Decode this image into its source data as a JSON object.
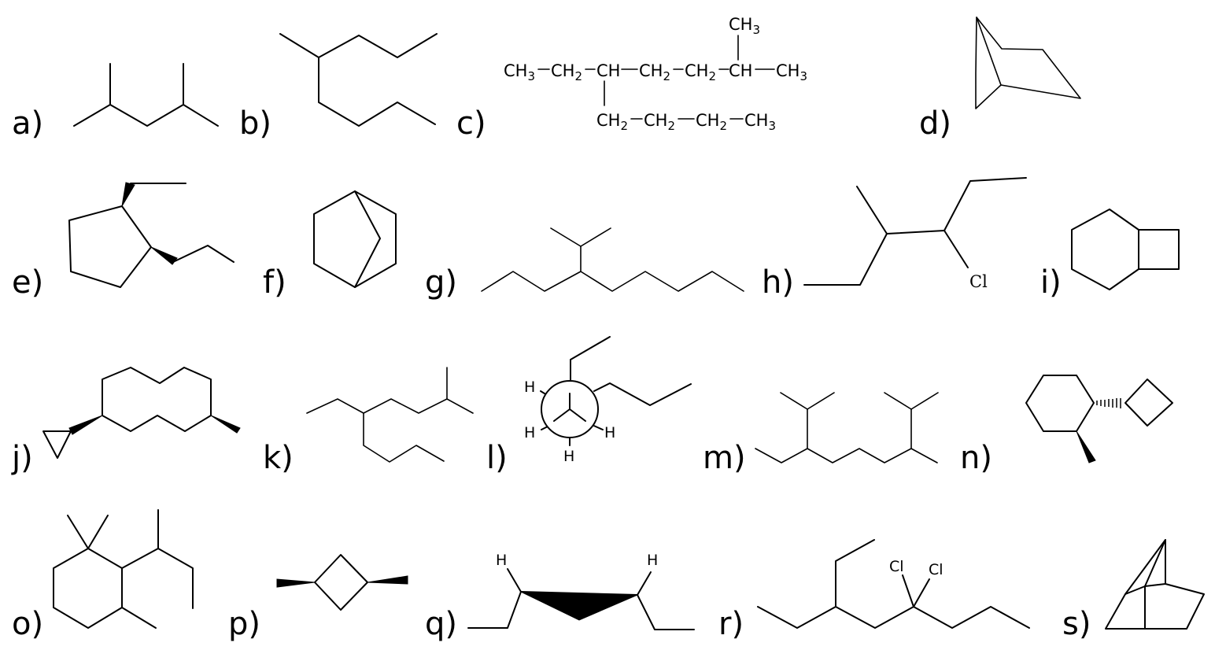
{
  "labels": {
    "a": "a)",
    "b": "b)",
    "c": "c)",
    "d": "d)",
    "e": "e)",
    "f": "f)",
    "g": "g)",
    "h": "h)",
    "i": "i)",
    "j": "j)",
    "k": "k)",
    "l": "l)",
    "m": "m)",
    "n": "n)",
    "o": "o)",
    "p": "p)",
    "q": "q)",
    "r": "r)",
    "s": "s)"
  },
  "atoms": {
    "c_ch3_top": "CH3",
    "c_ch3_left": "CH3",
    "c_ch2_1": "CH2",
    "c_ch_1": "CH",
    "c_ch2_2": "CH2",
    "c_ch2_3": "CH2",
    "c_ch_2": "CH",
    "c_ch3_right": "CH3",
    "c_ch2_b1": "CH2",
    "c_ch2_b2": "CH2",
    "c_ch2_b3": "CH2",
    "c_ch3_b": "CH3",
    "h_cl": "Cl",
    "l_h1": "H",
    "l_h2": "H",
    "l_h3": "H",
    "l_h4": "H",
    "q_h1": "H",
    "q_h2": "H",
    "r_cl1": "Cl",
    "r_cl2": "Cl"
  }
}
